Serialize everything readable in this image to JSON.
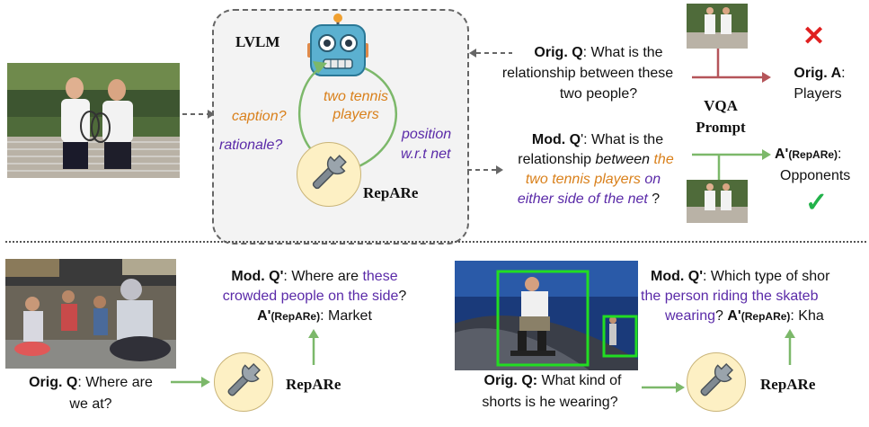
{
  "top": {
    "lvlm_label": "LVLM",
    "repare_label": "RepARe",
    "cycle_caption": "caption?",
    "cycle_rationale": "rationale?",
    "cycle_two_tennis": "two tennis",
    "cycle_players": "players",
    "cycle_position": "position",
    "cycle_wrt_net": "w.r.t net",
    "orig_q_bold": "Orig. Q",
    "orig_q_line1_rest": ": What is the",
    "orig_q_line2": "relationship between these",
    "orig_q_line3": "two people?",
    "vqa_line1": "VQA",
    "vqa_line2": "Prompt",
    "orig_a_bold": "Orig. A",
    "orig_a_colon": ":",
    "orig_a_value": "Players",
    "mod_q_bold": "Mod. Q",
    "mod_q_line1_rest": "': What is the",
    "mod_q_line2_a": "relationship ",
    "mod_q_line2_between": "between",
    "mod_q_line2_the": "the",
    "mod_q_line3_a": "two tennis players",
    "mod_q_line3_on": "on",
    "mod_q_line4_a": "either side of the net",
    "mod_q_line4_q": " ?",
    "a_repare_prefix": "A'",
    "a_repare_sub": "(RepARe)",
    "a_repare_colon": ":",
    "a_repare_value": "Opponents",
    "wrong_mark": "✕",
    "right_mark": "✓"
  },
  "bottom_left": {
    "mod_q_bold": "Mod. Q'",
    "mod_q_line1_rest": ": Where are ",
    "mod_q_these": "these",
    "mod_q_line2": "crowded people on the side",
    "mod_q_qmark": "?",
    "a_prefix": "A'",
    "a_sub": "(RepARe)",
    "a_value": ": Market",
    "orig_q_bold": "Orig. Q",
    "orig_q_rest": ": Where are",
    "orig_q_line2": "we at?",
    "repare_label": "RepARe"
  },
  "bottom_right": {
    "mod_q_bold": "Mod. Q'",
    "mod_q_line1_rest": ": Which type of shor",
    "mod_q_line2": "the person riding the skateb",
    "mod_q_line3_purple": "wearing",
    "mod_q_line3_q": "? ",
    "a_prefix": "A'",
    "a_sub": "(RepARe)",
    "a_value": ": Kha",
    "orig_q_bold": "Orig. Q:",
    "orig_q_rest": " What kind of",
    "orig_q_line2": "shorts is he wearing?",
    "repare_label": "RepARe"
  },
  "colors": {
    "orange": "#d9801b",
    "purple": "#5a2aa8",
    "green": "#7cb86a",
    "red": "#b5555a",
    "box_green": "#22dd22"
  }
}
